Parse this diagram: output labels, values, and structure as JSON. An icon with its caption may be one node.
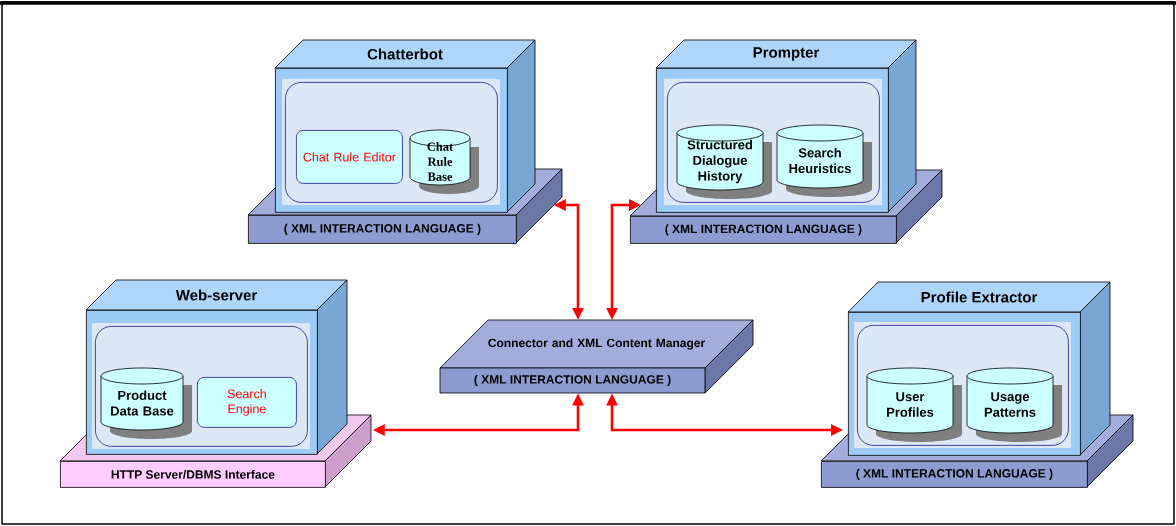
{
  "diagram": {
    "nodes": [
      {
        "text": [
          "Chatterbot"
        ]
      },
      {
        "text": [],
        "shape": "box",
        "in": 0
      },
      {
        "text": [
          "Chat Rule Editor"
        ],
        "in": 1
      },
      {
        "text": [
          "Chat Rule Base"
        ],
        "in": 1
      },
      {
        "text": [
          "( XML INTERACTION LANGUAGE )"
        ]
      },
      {
        "text": [
          "Prompter"
        ]
      },
      {
        "text": [],
        "shape": "box",
        "in": 5
      },
      {
        "text": [
          "Structured Dialogue History"
        ],
        "in": 6
      },
      {
        "text": [
          "Search Heuristics"
        ],
        "in": 6
      },
      {
        "text": [
          "( XML INTERACTION LANGUAGE )"
        ]
      },
      {
        "text": [
          "Web-server"
        ]
      },
      {
        "text": [],
        "shape": "box",
        "in": 10
      },
      {
        "text": [
          "Product Data Base"
        ],
        "in": 11
      },
      {
        "text": [
          "Search Engine"
        ],
        "in": 11
      },
      {
        "text": [
          "HTTP Server/DBMS Interface"
        ]
      },
      {
        "text": [
          "Connector and XML Content Manager",
          "( XML INTERACTION LANGUAGE )"
        ]
      },
      {
        "text": [
          "Profile Extractor"
        ]
      },
      {
        "text": [],
        "shape": "box",
        "in": 16
      },
      {
        "text": [
          "User Profiles"
        ],
        "in": 17
      },
      {
        "text": [
          "Usage Patterns"
        ],
        "in": 17
      },
      {
        "text": [
          "( XML INTERACTION LANGUAGE )"
        ]
      }
    ],
    "edges": [
      {
        "from": 15,
        "to": 4,
        "arrow": "both"
      },
      {
        "from": 15,
        "to": 9,
        "arrow": "both"
      },
      {
        "from": 15,
        "to": 14,
        "arrow": "both"
      },
      {
        "from": 15,
        "to": 20,
        "arrow": "both"
      }
    ]
  }
}
